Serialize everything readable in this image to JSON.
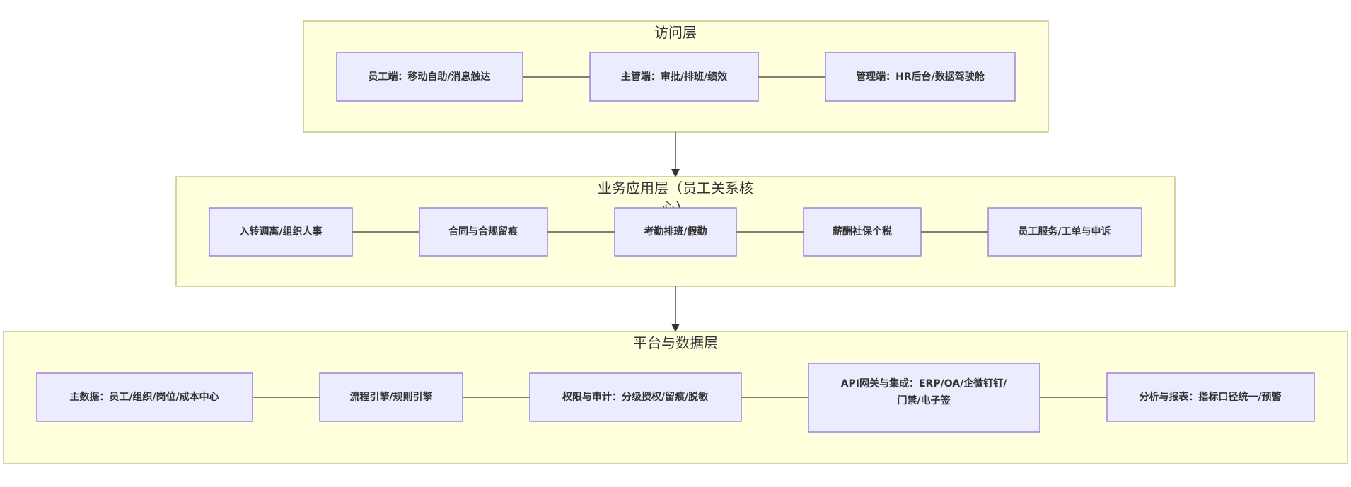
{
  "layers": {
    "access": {
      "title": "访问层",
      "nodes": [
        "员工端：移动自助/消息触达",
        "主管端：审批/排班/绩效",
        "管理端：HR后台/数据驾驶舱"
      ]
    },
    "business": {
      "title_line1": "业务应用层（员工关系核",
      "title_line2": "心）",
      "nodes": [
        "入转调离/组织人事",
        "合同与合规留痕",
        "考勤排班/假勤",
        "薪酬社保个税",
        "员工服务/工单与申诉"
      ]
    },
    "platform": {
      "title": "平台与数据层",
      "nodes": [
        "主数据：员工/组织/岗位/成本中心",
        "流程引擎/规则引擎",
        "权限与审计：分级授权/留痕/脱敏",
        "API网关与集成：ERP/OA/企微钉钉/",
        "门禁/电子签",
        "分析与报表：指标口径统一/预警"
      ]
    }
  },
  "colors": {
    "layer_fill": "#ffffde",
    "layer_border": "#b5b870",
    "node_fill": "#ececff",
    "node_border": "#9370db",
    "edge": "#333333"
  }
}
